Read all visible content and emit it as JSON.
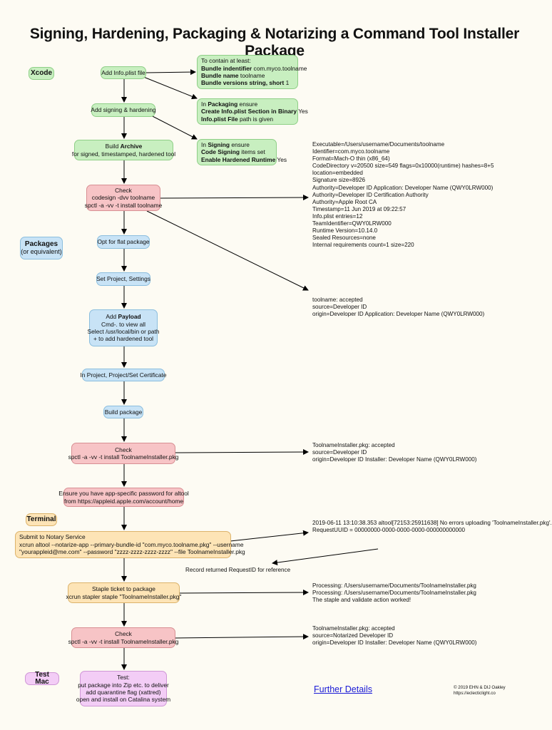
{
  "title": "Signing, Hardening, Packaging & Notarizing a Command Tool Installer Package",
  "sections": {
    "xcode": "Xcode",
    "packages": [
      "Packages",
      "(or equivalent)"
    ],
    "terminal": "Terminal",
    "test_mac": "Test Mac"
  },
  "steps": {
    "info_plist": "Add Info.plist file",
    "signing_hardening": "Add signing & hardening",
    "archive": {
      "l1_pre": "Build ",
      "l1_bold": "Archive",
      "l2": "for signed, timestamped, hardened tool"
    },
    "check1": [
      "Check",
      "codesign -dvv toolname",
      "spctl -a -vv -t install toolname"
    ],
    "flat_package": "Opt for flat package",
    "set_project": "Set Project, Settings",
    "payload": {
      "l1_pre": "Add ",
      "l1_bold": "Payload",
      "lines": [
        "Cmd-. to view all",
        "Select /usr/local/bin or path",
        "+ to add hardened tool"
      ]
    },
    "certificate": "In Project, Project/Set Certificate",
    "build_package": "Build package",
    "check2": [
      "Check",
      "spctl -a -vv -t install ToolnameInstaller.pkg"
    ],
    "app_password": [
      "Ensure you have app-specific password for altool",
      "from https://appleid.apple.com/account/home"
    ],
    "submit": [
      "Submit to Notary Service",
      "xcrun altool --notarize-app --primary-bundle-id \"com.myco.toolname.pkg\" --username",
      "\"yourappleid@me.com\" --password \"zzzz-zzzz-zzzz-zzzz\" --file ToolnameInstaller.pkg"
    ],
    "staple": [
      "Staple ticket to package",
      "xcrun stapler staple \"ToolnameInstaller.pkg\""
    ],
    "check3": [
      "Check",
      "spctl -a -vv -t install ToolnameInstaller.pkg"
    ],
    "test": [
      "Test:",
      "put package into Zip etc. to deliver",
      "add quarantine flag (xattred)",
      "open and install on Catalina system"
    ]
  },
  "notes": {
    "info_plist": {
      "intro": "To contain at least:",
      "items": [
        {
          "bold": "Bundle indentifier",
          "text": " com.myco.toolname"
        },
        {
          "bold": "Bundle name",
          "text": " toolname"
        },
        {
          "bold": "Bundle versions string, short",
          "text": " 1"
        }
      ]
    },
    "packaging": {
      "intro_pre": "In ",
      "intro_bold": "Packaging",
      "intro_post": " ensure",
      "items": [
        {
          "bold": "Create Info.plist Section in Binary",
          "text": " Yes"
        },
        {
          "bold": "Info.plist File",
          "text": " path is given"
        }
      ]
    },
    "signing": {
      "intro_pre": "In ",
      "intro_bold": "Signing",
      "intro_post": " ensure",
      "items": [
        {
          "bold": "Code Signing",
          "text": " items set"
        },
        {
          "bold": "Enable Hardened Runtime",
          "text": " Yes"
        }
      ]
    }
  },
  "outputs": {
    "codesign": [
      "Executable=/Users/username/Documents/toolname",
      "Identifier=com.myco.toolname",
      "Format=Mach-O thin (x86_64)",
      "CodeDirectory v=20500 size=549 flags=0x10000(runtime) hashes=8+5",
      "location=embedded",
      "Signature size=8926",
      "Authority=Developer ID Application: Developer Name (QWY0LRW000)",
      "Authority=Developer ID Certification Authority",
      "Authority=Apple Root CA",
      "Timestamp=11 Jun 2019 at 09:22:57",
      "Info.plist entries=12",
      "TeamIdentifier=QWY0LRW000",
      "Runtime Version=10.14.0",
      "Sealed Resources=none",
      "Internal requirements count=1 size=220"
    ],
    "spctl_tool": [
      "toolname: accepted",
      "source=Developer ID",
      "origin=Developer ID Application: Developer Name (QWY0LRW000)"
    ],
    "spctl_pkg": [
      "ToolnameInstaller.pkg: accepted",
      "source=Developer ID",
      "origin=Developer ID Installer: Developer Name (QWY0LRW000)"
    ],
    "altool": [
      "2019-06-11 13:10:38.353 altool[72153:25911638] No errors uploading 'ToolnameInstaller.pkg'.",
      "RequestUUID = 00000000-0000-0000-0000-000000000000"
    ],
    "record_note": "Record returned RequestID for reference",
    "stapler": [
      "Processing: /Users/username/Documents/ToolnameInstaller.pkg",
      "Processing: /Users/username/Documents/ToolnameInstaller.pkg",
      "The staple and validate action worked!"
    ],
    "spctl_notarized": [
      "ToolnameInstaller.pkg: accepted",
      "source=Notarized Developer ID",
      "origin=Developer ID Installer: Developer Name (QWY0LRW000)"
    ]
  },
  "footer": {
    "link": "Further Details",
    "copyright": "© 2019 EHN & DIJ Oakley",
    "site": "https://eclecticlight.co"
  }
}
